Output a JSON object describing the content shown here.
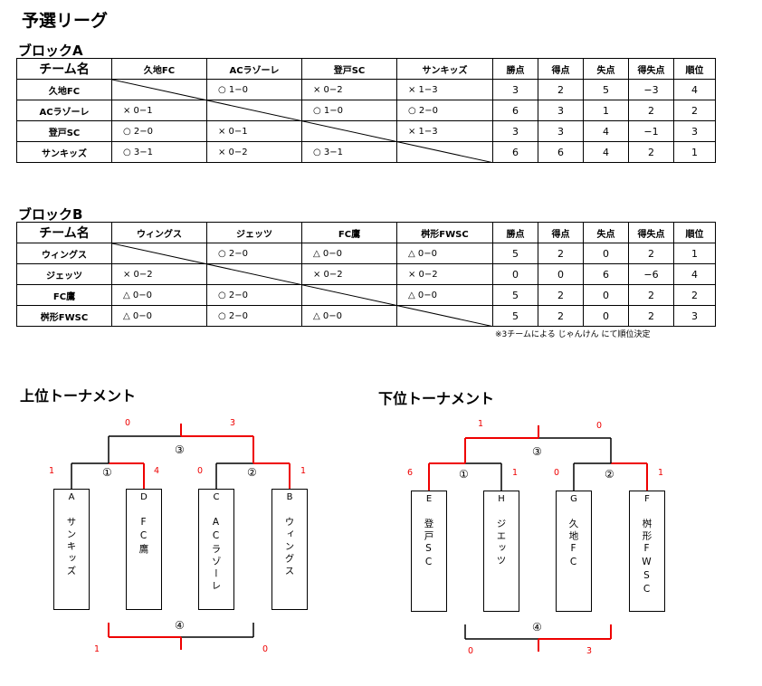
{
  "title": "予選リーグ",
  "block_a": {
    "title": "ブロックA",
    "header": [
      "チーム名",
      "久地FC",
      "ACラゾーレ",
      "登戸SC",
      "サンキッズ",
      "勝点",
      "得点",
      "失点",
      "得失点",
      "順位"
    ],
    "rows": [
      {
        "team": "久地FC",
        "results": [
          "",
          "○ 1−0",
          "× 0−2",
          "× 1−3"
        ],
        "stats": [
          "3",
          "2",
          "5",
          "−3",
          "4"
        ]
      },
      {
        "team": "ACラゾーレ",
        "results": [
          "× 0−1",
          "",
          "○ 1−0",
          "○ 2−0"
        ],
        "stats": [
          "6",
          "3",
          "1",
          "2",
          "2"
        ]
      },
      {
        "team": "登戸SC",
        "results": [
          "○ 2−0",
          "× 0−1",
          "",
          "× 1−3"
        ],
        "stats": [
          "3",
          "3",
          "4",
          "−1",
          "3"
        ]
      },
      {
        "team": "サンキッズ",
        "results": [
          "○ 3−1",
          "× 0−2",
          "○ 3−1",
          ""
        ],
        "stats": [
          "6",
          "6",
          "4",
          "2",
          "1"
        ]
      }
    ]
  },
  "block_b": {
    "title": "ブロックB",
    "header": [
      "チーム名",
      "ウィングス",
      "ジェッツ",
      "FC鷹",
      "桝形FWSC",
      "勝点",
      "得点",
      "失点",
      "得失点",
      "順位"
    ],
    "rows": [
      {
        "team": "ウィングス",
        "results": [
          "",
          "○ 2−0",
          "△ 0−0",
          "△ 0−0"
        ],
        "stats": [
          "5",
          "2",
          "0",
          "2",
          "1"
        ]
      },
      {
        "team": "ジェッツ",
        "results": [
          "× 0−2",
          "",
          "× 0−2",
          "× 0−2"
        ],
        "stats": [
          "0",
          "0",
          "6",
          "−6",
          "4"
        ]
      },
      {
        "team": "FC鷹",
        "results": [
          "△ 0−0",
          "○ 2−0",
          "",
          "△ 0−0"
        ],
        "stats": [
          "5",
          "2",
          "0",
          "2",
          "2"
        ]
      },
      {
        "team": "桝形FWSC",
        "results": [
          "△ 0−0",
          "○ 2−0",
          "△ 0−0",
          ""
        ],
        "stats": [
          "5",
          "2",
          "0",
          "2",
          "3"
        ]
      }
    ],
    "note": "※3チームによる じゃんけん にて順位決定"
  },
  "upper": {
    "title": "上位トーナメント",
    "teams": [
      {
        "letter": "A",
        "name": "サンキッズ"
      },
      {
        "letter": "D",
        "name": "FC鷹"
      },
      {
        "letter": "C",
        "name": "ACラゾーレ"
      },
      {
        "letter": "B",
        "name": "ウィングス"
      }
    ],
    "match_labels": [
      "①",
      "②",
      "③",
      "④"
    ],
    "scores": {
      "m1_left": "1",
      "m1_right": "4",
      "m2_left": "0",
      "m2_right": "1",
      "m3_left": "0",
      "m3_right": "3",
      "m4_left": "1",
      "m4_right": "0"
    }
  },
  "lower": {
    "title": "下位トーナメント",
    "teams": [
      {
        "letter": "E",
        "name": "登戸SC"
      },
      {
        "letter": "H",
        "name": "ジエッツ"
      },
      {
        "letter": "G",
        "name": "久地FC"
      },
      {
        "letter": "F",
        "name": "桝形FWSC"
      }
    ],
    "match_labels": [
      "①",
      "②",
      "③",
      "④"
    ],
    "scores": {
      "m1_left": "6",
      "m1_right": "1",
      "m2_left": "0",
      "m2_right": "1",
      "m3_left": "1",
      "m3_right": "0",
      "m4_left": "0",
      "m4_right": "3"
    }
  },
  "colors": {
    "win_line": "#e00000",
    "line": "#000000",
    "score_text": "#e00000"
  }
}
